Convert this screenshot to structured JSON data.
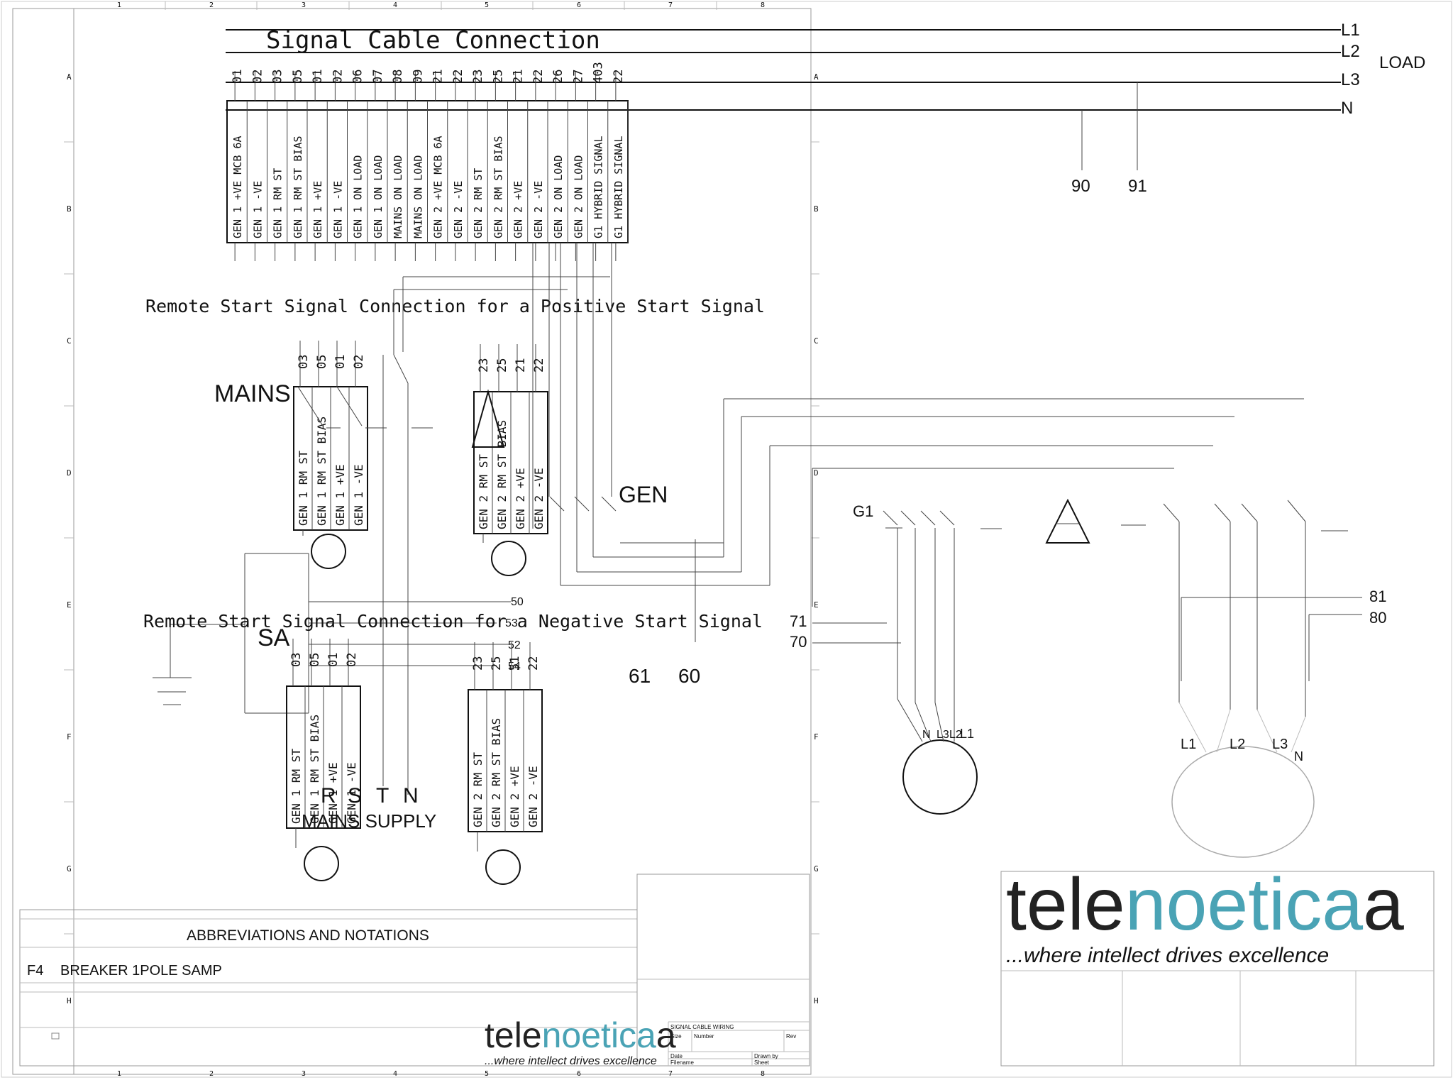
{
  "titles": {
    "main": "Signal Cable Connection",
    "remote_positive": "Remote Start Signal Connection for a Positive Start Signal",
    "remote_negative": "Remote Start Signal Connection for a Negative Start Signal"
  },
  "load_bus": {
    "lines": [
      "L1",
      "L2",
      "L3",
      "N"
    ],
    "label": "LOAD",
    "taps": [
      "90",
      "91"
    ]
  },
  "terminal_strip": [
    {
      "num": "01",
      "label": "GEN 1 +VE MCB 6A"
    },
    {
      "num": "02",
      "label": "GEN 1 -VE"
    },
    {
      "num": "03",
      "label": "GEN 1 RM ST"
    },
    {
      "num": "05",
      "label": "GEN 1 RM ST BIAS"
    },
    {
      "num": "01",
      "label": "GEN 1 +VE"
    },
    {
      "num": "02",
      "label": "GEN 1 -VE"
    },
    {
      "num": "06",
      "label": "GEN 1 ON LOAD"
    },
    {
      "num": "07",
      "label": "GEN 1 ON LOAD"
    },
    {
      "num": "08",
      "label": "MAINS ON LOAD"
    },
    {
      "num": "09",
      "label": "MAINS ON LOAD"
    },
    {
      "num": "21",
      "label": "GEN 2 +VE MCB 6A"
    },
    {
      "num": "22",
      "label": "GEN 2 -VE"
    },
    {
      "num": "23",
      "label": "GEN 2 RM ST"
    },
    {
      "num": "25",
      "label": "GEN 2 RM ST BIAS"
    },
    {
      "num": "21",
      "label": "GEN 2 +VE"
    },
    {
      "num": "22",
      "label": "GEN 2 -VE"
    },
    {
      "num": "26",
      "label": "GEN 2 ON LOAD"
    },
    {
      "num": "27",
      "label": "GEN 2 ON LOAD"
    },
    {
      "num": "403",
      "label": "G1 HYBRID SIGNAL"
    },
    {
      "num": "22",
      "label": "G1 HYBRID SIGNAL"
    }
  ],
  "blocks": {
    "gen1_pos": {
      "nums": [
        "03",
        "05",
        "01",
        "02"
      ],
      "labels": [
        "GEN 1 RM ST",
        "GEN 1 RM ST BIAS",
        "GEN 1 +VE",
        "GEN 1 -VE"
      ]
    },
    "gen2_pos": {
      "nums": [
        "23",
        "25",
        "21",
        "22"
      ],
      "labels": [
        "GEN 2 RM ST",
        "GEN 2 RM ST BIAS",
        "GEN 2 +VE",
        "GEN 2 -VE"
      ]
    },
    "gen1_neg": {
      "nums": [
        "03",
        "05",
        "01",
        "02"
      ],
      "labels": [
        "GEN 1 RM ST",
        "GEN 1 RM ST BIAS",
        "GEN 1 +VE",
        "GEN 1 -VE"
      ]
    },
    "gen2_neg": {
      "nums": [
        "23",
        "25",
        "51",
        "22"
      ],
      "labels": [
        "GEN 2 RM ST",
        "GEN 2 RM ST BIAS",
        "GEN 2 +VE",
        "GEN 2 -VE"
      ]
    }
  },
  "labels": {
    "mains": "MAINS",
    "gen": "GEN",
    "g1": "G1",
    "sa": "SA",
    "mains_supply": "MAINS SUPPLY",
    "rstn": [
      "R",
      "S",
      "T",
      "N"
    ],
    "wire_50": "50",
    "wire_52": "52",
    "wire_53": "53",
    "wire_54": "54",
    "wire_71": "71",
    "wire_70": "70",
    "wire_61": "61",
    "wire_60": "60",
    "wire_81": "81",
    "wire_80": "80",
    "motor1_terms": [
      "N",
      "L3",
      "L2",
      "L1"
    ],
    "motor2_terms": [
      "L1",
      "L2",
      "L3",
      "N"
    ]
  },
  "frame": {
    "columns": [
      "1",
      "2",
      "3",
      "4",
      "5",
      "6",
      "7",
      "8"
    ],
    "rows": [
      "A",
      "B",
      "C",
      "D",
      "E",
      "F",
      "G",
      "H"
    ]
  },
  "notes": {
    "heading": "ABBREVIATIONS AND NOTATIONS",
    "code": "F4",
    "text": "BREAKER 1POLE SAMP"
  },
  "logo": {
    "dark": "tele",
    "accent": "noetica",
    "tail": "a",
    "tagline": "...where intellect drives excellence",
    "accent_color": "#4aa3b5",
    "dark_color": "#222222"
  },
  "title_block": {
    "title": "SIGNAL CABLE WIRING",
    "size": "Size",
    "number": "Number",
    "rev": "Rev",
    "date": "Date",
    "drawn_by": "Drawn by",
    "file": "Filename",
    "sheet": "Sheet"
  }
}
